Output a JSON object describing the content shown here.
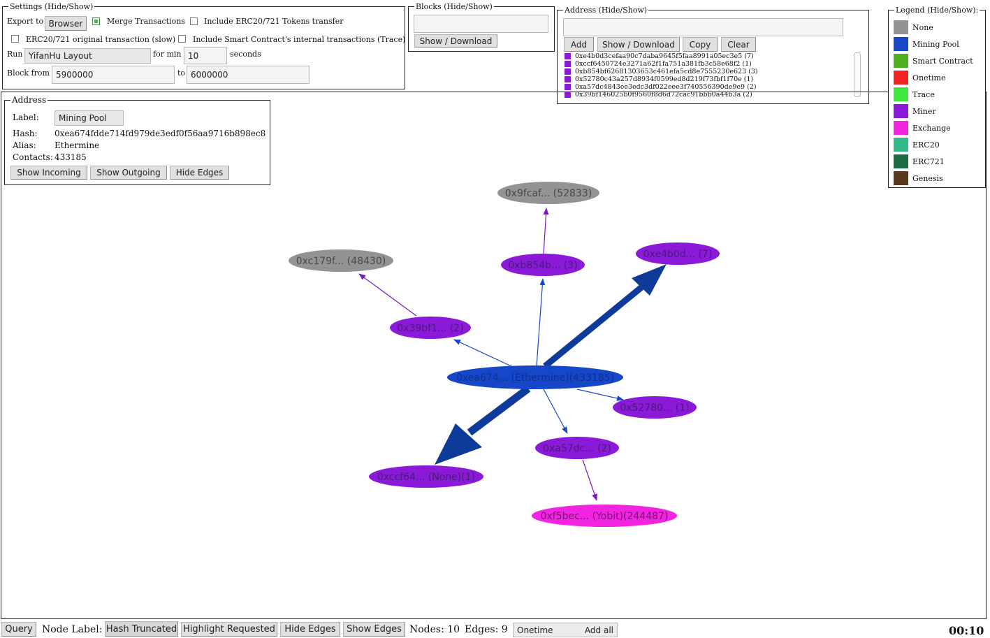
{
  "settings": {
    "title": "Settings (Hide/Show)",
    "export_label": "Export to",
    "export_value": "Browser",
    "merge_label": "Merge Transactions",
    "tokens_label": "Include ERC20/721 Tokens transfer",
    "erc_original_label": "ERC20/721 original transaction (slow)",
    "internal_label": "Include Smart Contract's internal transactions (Trace)",
    "run_label": "Run",
    "layout_value": "YifanHu Layout",
    "for_min_label": "for min",
    "minutes_value": "10",
    "seconds_label": "seconds",
    "block_from_label": "Block from",
    "block_from_value": "5900000",
    "to_label": "to",
    "block_to_value": "6000000"
  },
  "blocks": {
    "title": "Blocks (Hide/Show)",
    "input_value": "",
    "show_download": "Show / Download"
  },
  "address_panel": {
    "title": "Address (Hide/Show)",
    "input_value": "",
    "add": "Add",
    "show_download": "Show / Download",
    "copy": "Copy",
    "clear": "Clear",
    "list": [
      "0xe4b0d3cefaa90c7daba9645f5faa8991a05ec3e5 (7)",
      "0xccf6450724e3271a62f1fa751a381fb3c58e68f2 (1)",
      "0xb854bf62681303653c461efa5cd8e7555230e623 (3)",
      "0x52780c43a257d8934f0599ed8d219f73fbf1f70e (1)",
      "0xa57dc4843ee3edc3df022eee3f740556390de9e9 (2)",
      "0x39bf146025b0f9560f8d6d72cac91bbb0a44b3a (2)"
    ]
  },
  "legend": {
    "title": "Legend (Hide/Show):",
    "items": [
      {
        "label": "None",
        "color": "#939393"
      },
      {
        "label": "Mining Pool",
        "color": "#1747c9"
      },
      {
        "label": "Smart Contract",
        "color": "#4fae22"
      },
      {
        "label": "Onetime",
        "color": "#f22323"
      },
      {
        "label": "Trace",
        "color": "#3ee841"
      },
      {
        "label": "Miner",
        "color": "#8a1ad8"
      },
      {
        "label": "Exchange",
        "color": "#f224e2"
      },
      {
        "label": "ERC20",
        "color": "#33b98a"
      },
      {
        "label": "ERC721",
        "color": "#1d6b45"
      },
      {
        "label": "Genesis",
        "color": "#5a3a1e"
      }
    ]
  },
  "detail": {
    "title": "Address",
    "label_key": "Label:",
    "label_value": "Mining Pool",
    "hash_key": "Hash:",
    "hash_value": "0xea674fdde714fd979de3edf0f56aa9716b898ec8",
    "alias_key": "Alias:",
    "alias_value": "Ethermine",
    "contacts_key": "Contacts:",
    "contacts_value": "433185",
    "show_incoming": "Show Incoming",
    "show_outgoing": "Show Outgoing",
    "hide_edges": "Hide Edges"
  },
  "graph": {
    "nodes": [
      {
        "id": "center",
        "label": "0xea674... (Ethermine)(433185)",
        "color": "#1747c9"
      },
      {
        "id": "n9fca",
        "label": "0x9fcaf... (52833)",
        "color": "#939393"
      },
      {
        "id": "nc179",
        "label": "0xc179f... (48430)",
        "color": "#939393"
      },
      {
        "id": "nb854",
        "label": "0xb854b... (3)",
        "color": "#8a1ad8"
      },
      {
        "id": "ne4b0",
        "label": "0xe4b0d... (7)",
        "color": "#8a1ad8"
      },
      {
        "id": "n39bf",
        "label": "0x39bf1... (2)",
        "color": "#8a1ad8"
      },
      {
        "id": "n5278",
        "label": "0x52780... (1)",
        "color": "#8a1ad8"
      },
      {
        "id": "na57d",
        "label": "0xa57dc... (2)",
        "color": "#8a1ad8"
      },
      {
        "id": "nccf6",
        "label": "0xccf64... (None)(1)",
        "color": "#8a1ad8"
      },
      {
        "id": "nf5be",
        "label": "0xf5bec... (Yobit)(244487)",
        "color": "#f224e2"
      }
    ],
    "edges": [
      {
        "from": "center",
        "to": "ne4b0",
        "weight": "heavy"
      },
      {
        "from": "center",
        "to": "nccf6",
        "weight": "heavy"
      },
      {
        "from": "center",
        "to": "nb854",
        "weight": "light"
      },
      {
        "from": "center",
        "to": "n39bf",
        "weight": "light"
      },
      {
        "from": "center",
        "to": "n5278",
        "weight": "light"
      },
      {
        "from": "center",
        "to": "na57d",
        "weight": "light"
      },
      {
        "from": "nb854",
        "to": "n9fca",
        "weight": "light"
      },
      {
        "from": "n39bf",
        "to": "nc179",
        "weight": "light"
      },
      {
        "from": "na57d",
        "to": "nf5be",
        "weight": "light"
      }
    ]
  },
  "statusbar": {
    "query": "Query",
    "node_label": "Node Label:",
    "hash_truncated": "Hash Truncated",
    "highlight_requested": "Highlight Requested",
    "hide_edges": "Hide Edges",
    "show_edges": "Show Edges",
    "nodes_text": "Nodes: 10",
    "edges_text": "Edges: 9",
    "onetime": "Onetime",
    "add_all": "Add all",
    "timer": "00:10"
  }
}
